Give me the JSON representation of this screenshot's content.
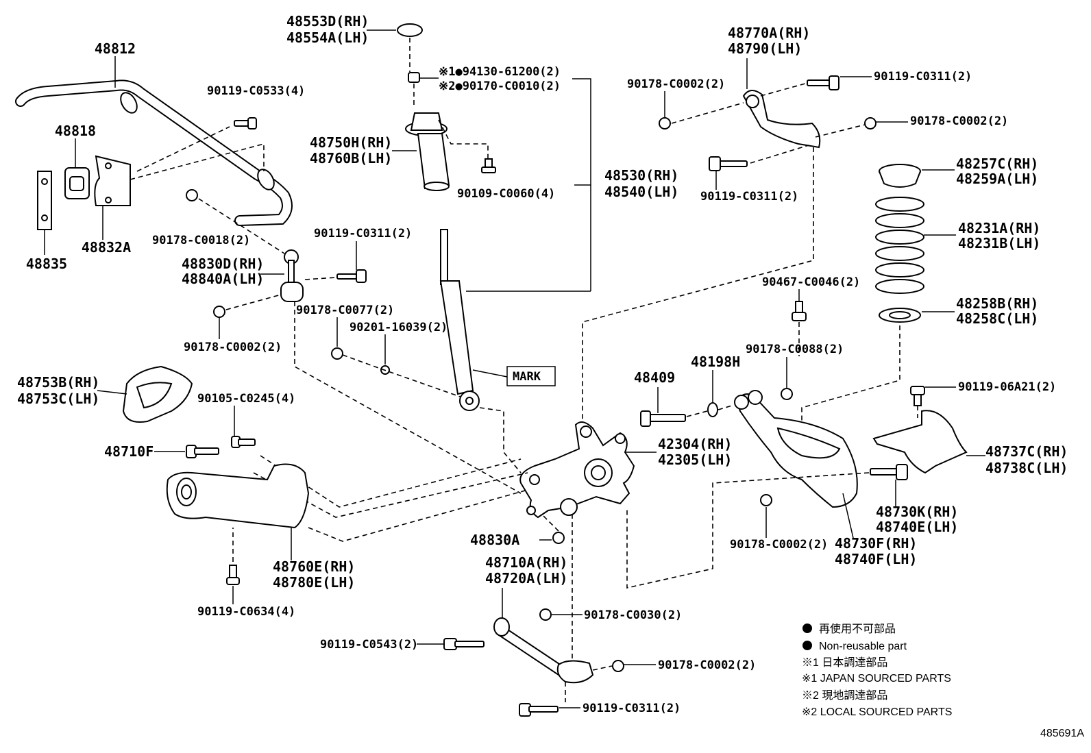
{
  "labels": {
    "p48812": "48812",
    "p48818": "48818",
    "p48835": "48835",
    "p48832a": "48832A",
    "p90119_c0533": "90119-C0533(4)",
    "p90178_c0018": "90178-C0018(2)",
    "p48553d": "48553D(RH)",
    "p48554a": "48554A(LH)",
    "p94130": "※1●94130-61200(2)",
    "p90170": "※2●90170-C0010(2)",
    "p48750h": "48750H(RH)",
    "p48760b": "48760B(LH)",
    "p90109": "90109-C0060(4)",
    "p48530": "48530(RH)",
    "p48540": "48540(LH)",
    "p48770a": "48770A(RH)",
    "p48790": "48790(LH)",
    "p90178_c0002_a": "90178-C0002(2)",
    "p90119_c0311_a": "90119-C0311(2)",
    "p90178_c0002_b": "90178-C0002(2)",
    "p90119_c0311_b": "90119-C0311(2)",
    "p48257c": "48257C(RH)",
    "p48259a": "48259A(LH)",
    "p48231a": "48231A(RH)",
    "p48231b": "48231B(LH)",
    "p48258b": "48258B(RH)",
    "p48258c": "48258C(LH)",
    "p90119_c0311_c": "90119-C0311(2)",
    "p48830d": "48830D(RH)",
    "p48840a": "48840A(LH)",
    "p90178_c0077": "90178-C0077(2)",
    "p90201": "90201-16039(2)",
    "p90178_c0002_c": "90178-C0002(2)",
    "p90467": "90467-C0046(2)",
    "p90178_c0088": "90178-C0088(2)",
    "mark": "MARK",
    "p48753b": "48753B(RH)",
    "p48753c": "48753C(LH)",
    "p90105": "90105-C0245(4)",
    "p48409": "48409",
    "p48198h": "48198H",
    "p90119_06a21": "90119-06A21(2)",
    "p48710f": "48710F",
    "p42304": "42304(RH)",
    "p42305": "42305(LH)",
    "p48737c": "48737C(RH)",
    "p48738c": "48738C(LH)",
    "p48730k": "48730K(RH)",
    "p48740e": "48740E(LH)",
    "p48830a": "48830A",
    "p90178_c0002_d": "90178-C0002(2)",
    "p48730f": "48730F(RH)",
    "p48740f": "48740F(LH)",
    "p48760e": "48760E(RH)",
    "p48780e": "48780E(LH)",
    "p48710a": "48710A(RH)",
    "p48720a": "48720A(LH)",
    "p90119_c0634": "90119-C0634(4)",
    "p90178_c0030": "90178-C0030(2)",
    "p90119_c0543": "90119-C0543(2)",
    "p90178_c0002_e": "90178-C0002(2)",
    "p90119_c0311_d": "90119-C0311(2)"
  },
  "legend": {
    "line1": "再使用不可部品",
    "line2": "Non-reusable part",
    "line3": "※1 日本調達部品",
    "line4": "※1 JAPAN SOURCED PARTS",
    "line5": "※2 現地調達部品",
    "line6": "※2 LOCAL SOURCED PARTS"
  },
  "diagram_id": "485691A"
}
